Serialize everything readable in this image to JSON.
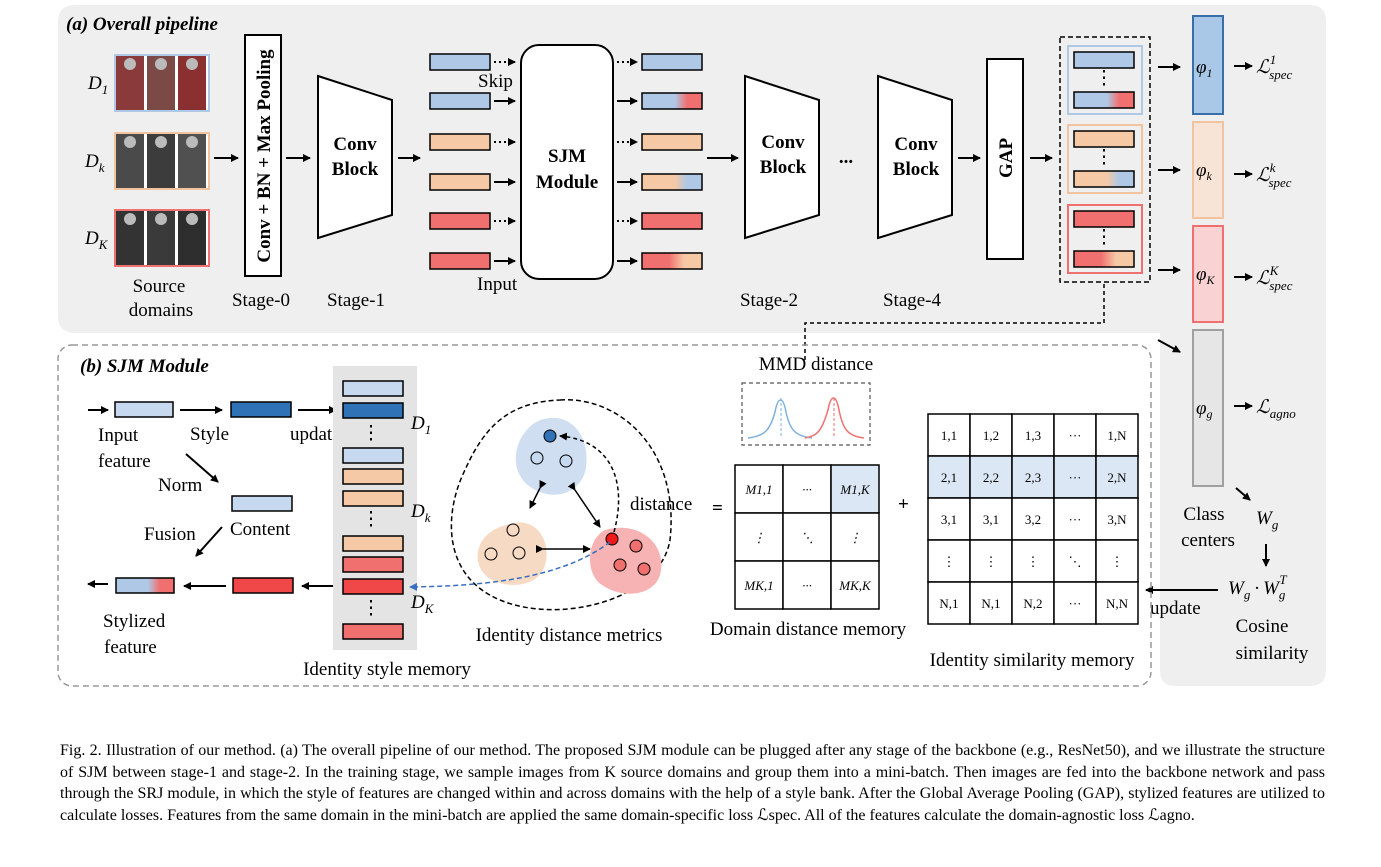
{
  "panel_a": {
    "title": "(a) Overall pipeline",
    "domains": [
      {
        "label": "D",
        "sub": "1",
        "color": "#aec8e6"
      },
      {
        "label": "D",
        "sub": "k",
        "color": "#f2c39f"
      },
      {
        "label": "D",
        "sub": "K",
        "color": "#f07070"
      }
    ],
    "source_domains": [
      "Source",
      "domains"
    ],
    "stage0_box": "Conv + BN + Max Pooling",
    "stage0": "Stage-0",
    "conv_block": [
      "Conv",
      "Block"
    ],
    "stage1": "Stage-1",
    "stage2": "Stage-2",
    "stage4": "Stage-4",
    "dots": "...",
    "skip": "Skip",
    "input": "Input",
    "sjm": [
      "SJM",
      "Module"
    ],
    "gap": "GAP",
    "phi": [
      {
        "sym": "φ",
        "sub": "1",
        "loss_sub": "spec",
        "loss_sup": "1",
        "color": "#a9c8e8",
        "stroke": "#3a6ea8"
      },
      {
        "sym": "φ",
        "sub": "k",
        "loss_sub": "spec",
        "loss_sup": "k",
        "color": "#f8e4d6",
        "stroke": "#f2c39f"
      },
      {
        "sym": "φ",
        "sub": "K",
        "loss_sub": "spec",
        "loss_sup": "K",
        "color": "#f9d3d3",
        "stroke": "#f07070"
      },
      {
        "sym": "φ",
        "sub": "g",
        "loss_sub": "agno",
        "loss_sup": "",
        "color": "#e6e6e6",
        "stroke": "#a0a0a0"
      }
    ],
    "loss_symbol": "ℒ",
    "class_centers": [
      "Class",
      "centers"
    ],
    "wg": "W",
    "wg_sub": "g",
    "wg_product": [
      "W",
      "g",
      "·",
      "W",
      "g",
      "T"
    ],
    "cosine": [
      "Cosine",
      "similarity"
    ],
    "update": "update"
  },
  "panel_b": {
    "title": "(b) SJM Module",
    "input_feature": [
      "Input",
      "feature"
    ],
    "style": "Style",
    "update": "update",
    "norm": "Norm",
    "content": "Content",
    "fusion": "Fusion",
    "stylized_feature": [
      "Stylized",
      "feature"
    ],
    "memory_domains": [
      [
        "D",
        "1"
      ],
      [
        "D",
        "k"
      ],
      [
        "D",
        "K"
      ]
    ],
    "identity_style_memory": "Identity style memory",
    "identity_distance_metrics": "Identity distance metrics",
    "distance": "distance",
    "mmd_distance": "MMD distance",
    "equals": "=",
    "plus": "+",
    "domain_matrix": [
      [
        "M1,1",
        "···",
        "M1,K"
      ],
      [
        "⋮",
        "⋱",
        "⋮"
      ],
      [
        "MK,1",
        "···",
        "MK,K"
      ]
    ],
    "domain_distance_memory": "Domain distance memory",
    "identity_matrix": [
      [
        "1,1",
        "1,2",
        "1,3",
        "···",
        "1,N"
      ],
      [
        "2,1",
        "2,2",
        "2,3",
        "···",
        "2,N"
      ],
      [
        "3,1",
        "3,1",
        "3,2",
        "···",
        "3,N"
      ],
      [
        "⋮",
        "⋮",
        "⋮",
        "⋱",
        "⋮"
      ],
      [
        "N,1",
        "N,1",
        "N,2",
        "···",
        "N,N"
      ]
    ],
    "identity_similarity_memory": "Identity similarity memory"
  },
  "caption": "Fig. 2.   Illustration of our method. (a) The overall pipeline of our method. The proposed SJM module can be plugged after any stage of the backbone (e.g., ResNet50), and we illustrate the structure of SJM between stage-1 and stage-2. In the training stage, we sample images from K source domains and group them into a mini-batch. Then images are fed into the backbone network and pass through the SRJ module, in which the style of features are changed within and across domains with the help of a style bank. After the Global Average Pooling (GAP), stylized features are utilized to calculate losses. Features from the same domain in the mini-batch are applied the same domain-specific loss ℒspec. All of the features calculate the domain-agnostic loss ℒagno.",
  "colors": {
    "blue": "#aec8e6",
    "dark_blue": "#2f72b5",
    "orange": "#f5c8a6",
    "red": "#f07070",
    "panel_bg": "#efefef"
  }
}
